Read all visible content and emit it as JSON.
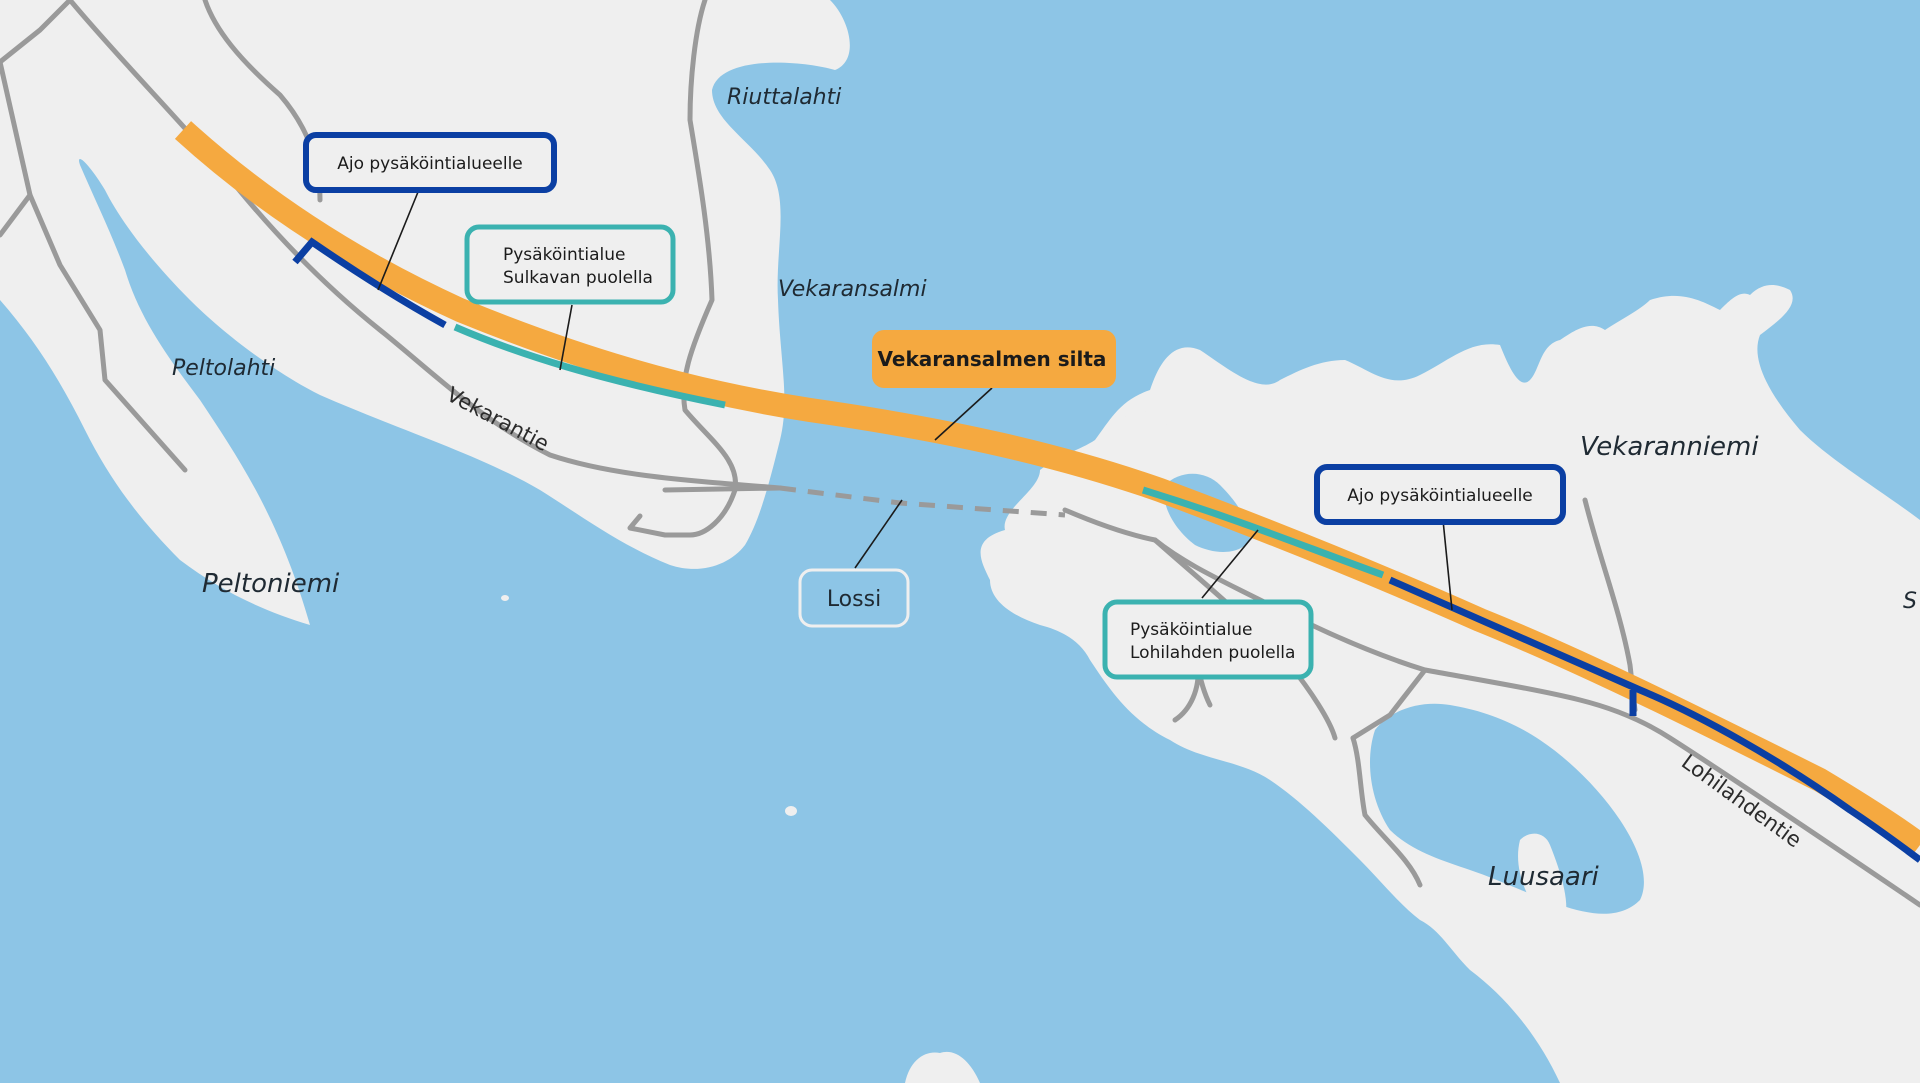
{
  "colors": {
    "water": "#8dc5e6",
    "land": "#efefef",
    "road": "#9a9a9a",
    "bridge": "#f5a940",
    "parking": "#3bb2b0",
    "access": "#0b3fa3"
  },
  "places": {
    "riuttalahti": "Riuttalahti",
    "vekaransalmi": "Vekaransalmi",
    "peltolahti": "Peltolahti",
    "peltoniemi": "Peltoniemi",
    "vekaranniemi": "Vekaranniemi",
    "luusaari": "Luusaari",
    "edge_cut": "S"
  },
  "roads": {
    "vekarantie": "Vekarantie",
    "lohilahdentie": "Lohilahdentie"
  },
  "callouts": {
    "access_west": "Ajo pysäköintialueelle",
    "parking_west_line1": "Pysäköintialue",
    "parking_west_line2": "Sulkavan puolella",
    "bridge": "Vekaransalmen silta",
    "ferry": "Lossi",
    "access_east": "Ajo pysäköintialueelle",
    "parking_east_line1": "Pysäköintialue",
    "parking_east_line2": "Lohilahden puolella"
  }
}
